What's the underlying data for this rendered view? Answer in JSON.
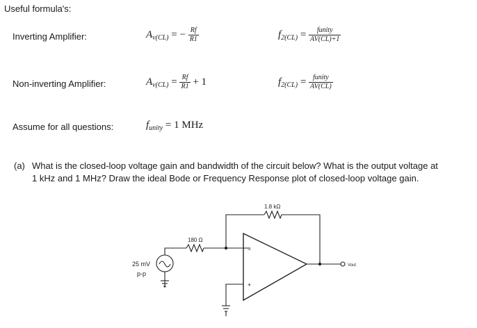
{
  "heading": "Useful formula's:",
  "inverting": {
    "label": "Inverting Amplifier:",
    "gain_lhs": "A",
    "gain_sub": "v(CL)",
    "gain_eq": "= −",
    "gain_num": "Rf",
    "gain_den": "R1",
    "bw_lhs": "f",
    "bw_sub": "2(CL)",
    "bw_eq": "=",
    "bw_num": "funity",
    "bw_den": "AV(CL)+1"
  },
  "noninverting": {
    "label": "Non-inverting Amplifier:",
    "gain_lhs": "A",
    "gain_sub": "v(CL)",
    "gain_eq": "=",
    "gain_num": "Rf",
    "gain_den": "R1",
    "gain_tail": "+ 1",
    "bw_lhs": "f",
    "bw_sub": "2(CL)",
    "bw_eq": "=",
    "bw_num": "funity",
    "bw_den": "AV(CL)"
  },
  "assume": {
    "label": "Assume for all questions:",
    "var": "f",
    "var_sub": "unity",
    "value": "= 1 MHz"
  },
  "question": {
    "tag": "(a)",
    "line1": "What is the closed-loop voltage gain and bandwidth of the circuit below? What is the output voltage at",
    "line2": "1 kHz and 1 MHz? Draw the ideal Bode or Frequency Response plot of closed-loop voltage gain."
  },
  "circuit": {
    "rf_label": "1.8 kΩ",
    "r1_label": "180 Ω",
    "source_value": "25 mV",
    "source_unit": "p-p",
    "inv_sign": "−",
    "noninv_sign": "+",
    "out_label": "Vout"
  }
}
